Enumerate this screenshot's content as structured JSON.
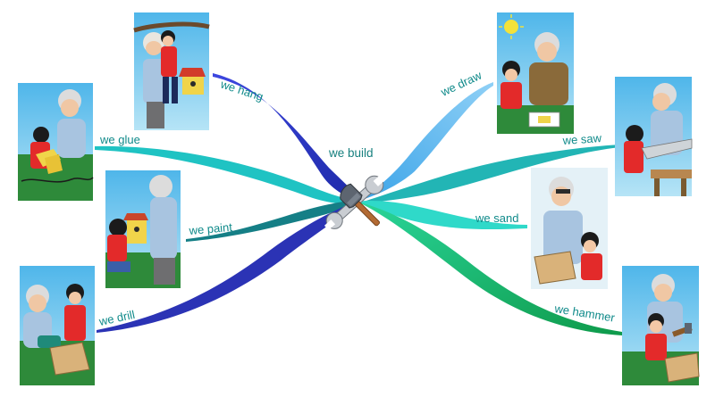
{
  "diagram": {
    "center_label": "we build",
    "center_icon": "hammer-and-wrench-icon",
    "label_color": "#0f8a8a",
    "branches": [
      {
        "id": "hang",
        "label": "we hang",
        "side": "left",
        "color": "#2a36c9",
        "picture": "birdhouse-hanging-picture"
      },
      {
        "id": "glue",
        "label": "we glue",
        "side": "left",
        "color": "#1fc3c3",
        "picture": "gluing-birdhouse-picture"
      },
      {
        "id": "paint",
        "label": "we paint",
        "side": "left",
        "color": "#157f86",
        "picture": "painting-birdhouse-picture"
      },
      {
        "id": "drill",
        "label": "we drill",
        "side": "left",
        "color": "#2b33b5",
        "picture": "drilling-wood-picture"
      },
      {
        "id": "draw",
        "label": "we draw",
        "side": "right",
        "color": "#5fb6ee",
        "picture": "drawing-plans-picture"
      },
      {
        "id": "saw",
        "label": "we saw",
        "side": "right",
        "color": "#22b5b5",
        "picture": "sawing-wood-picture"
      },
      {
        "id": "sand",
        "label": "we sand",
        "side": "right",
        "color": "#2fd9c9",
        "picture": "sanding-wood-picture"
      },
      {
        "id": "hammer",
        "label": "we hammer",
        "side": "right",
        "color": "#15b36a",
        "picture": "hammering-nails-picture"
      }
    ]
  }
}
